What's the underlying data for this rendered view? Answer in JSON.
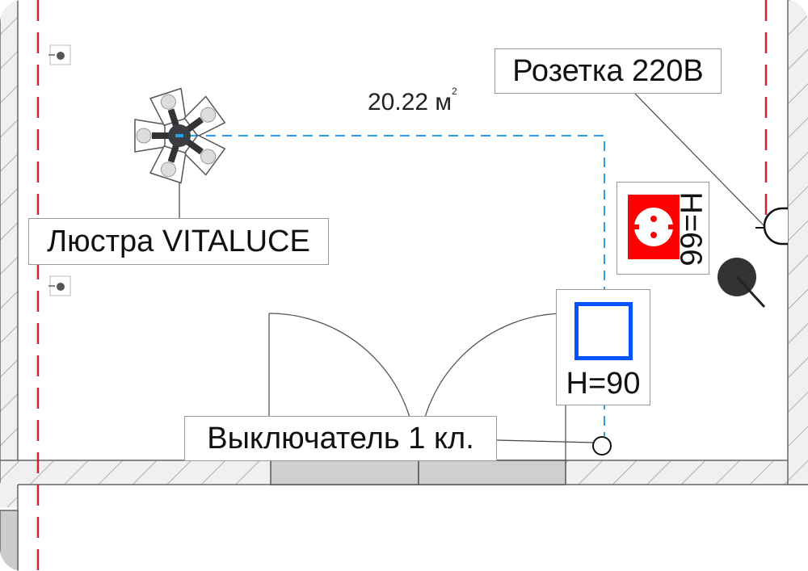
{
  "area": {
    "value": "20.22 м",
    "unit_sup": "2"
  },
  "labels": {
    "chandelier": "Люстра VITALUCE",
    "socket": "Розетка 220В",
    "switch": "Выключатель 1 кл."
  },
  "switch_height": "H=90",
  "socket_height": "H=66",
  "colors": {
    "wiring": "#2a9ee8",
    "axis": "#d0202a",
    "socket": "#ff0000",
    "switch": "#0055ff"
  }
}
